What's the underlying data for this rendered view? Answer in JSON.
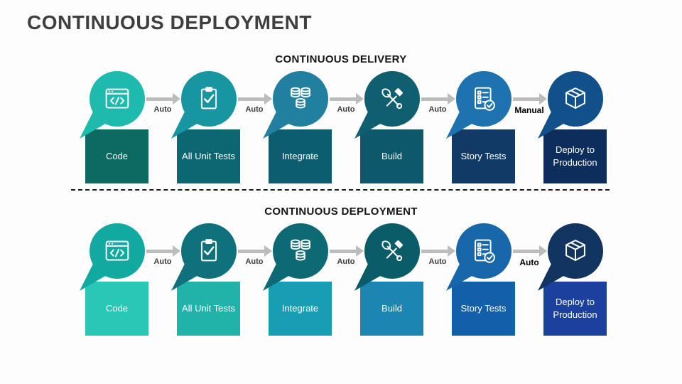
{
  "title": "CONTINUOUS DEPLOYMENT",
  "rows": [
    {
      "heading": "CONTINUOUS DELIVERY",
      "steps": [
        {
          "label": "Code",
          "icon": "code-window-icon",
          "circle_color": "#1EBAAE",
          "box_color": "#0D6A62"
        },
        {
          "label": "All Unit Tests",
          "icon": "clipboard-check-icon",
          "circle_color": "#1795A0",
          "box_color": "#0D6772"
        },
        {
          "label": "Integrate",
          "icon": "database-stack-icon",
          "circle_color": "#2180A0",
          "box_color": "#0B5D6F"
        },
        {
          "label": "Build",
          "icon": "tools-icon",
          "circle_color": "#0F5F71",
          "box_color": "#0D596B"
        },
        {
          "label": "Story Tests",
          "icon": "checklist-icon",
          "circle_color": "#1D72AF",
          "box_color": "#123A67"
        },
        {
          "label": "Deploy to Production",
          "icon": "package-icon",
          "circle_color": "#12508C",
          "box_color": "#0D2D5D"
        }
      ],
      "connectors": [
        {
          "label": "Auto",
          "bold": false
        },
        {
          "label": "Auto",
          "bold": false
        },
        {
          "label": "Auto",
          "bold": false
        },
        {
          "label": "Auto",
          "bold": false
        },
        {
          "label": "Manual",
          "bold": true
        }
      ]
    },
    {
      "heading": "CONTINUOUS DEPLOYMENT",
      "steps": [
        {
          "label": "Code",
          "icon": "code-window-icon",
          "circle_color": "#12A9A1",
          "box_color": "#2BC7B6"
        },
        {
          "label": "All Unit Tests",
          "icon": "clipboard-check-icon",
          "circle_color": "#0E717B",
          "box_color": "#21B3AA"
        },
        {
          "label": "Integrate",
          "icon": "database-stack-icon",
          "circle_color": "#0D6974",
          "box_color": "#189DB5"
        },
        {
          "label": "Build",
          "icon": "tools-icon",
          "circle_color": "#0B5C69",
          "box_color": "#1C85B2"
        },
        {
          "label": "Story Tests",
          "icon": "checklist-icon",
          "circle_color": "#1767AA",
          "box_color": "#135FA9"
        },
        {
          "label": "Deploy to Production",
          "icon": "package-icon",
          "circle_color": "#123460",
          "box_color": "#1C409E"
        }
      ],
      "connectors": [
        {
          "label": "Auto",
          "bold": false
        },
        {
          "label": "Auto",
          "bold": false
        },
        {
          "label": "Auto",
          "bold": false
        },
        {
          "label": "Auto",
          "bold": false
        },
        {
          "label": "Auto",
          "bold": true
        }
      ]
    }
  ],
  "colors": {
    "arrow": "#BCBCBC",
    "title_text": "#3F3F3F",
    "heading_text": "#151515",
    "step_text": "#FFFFFF"
  }
}
